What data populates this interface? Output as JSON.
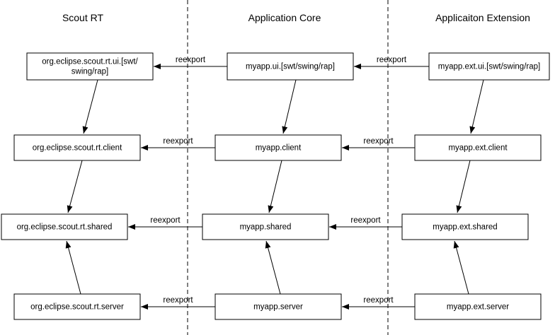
{
  "columns": [
    {
      "id": "rt",
      "title": "Scout RT"
    },
    {
      "id": "core",
      "title": "Application Core"
    },
    {
      "id": "ext",
      "title": "Applicaiton Extension"
    }
  ],
  "nodes": [
    {
      "id": "rt-ui",
      "lines": [
        "org.eclipse.scout.rt.ui.[swt/",
        "swing/rap]"
      ]
    },
    {
      "id": "core-ui",
      "lines": [
        "myapp.ui.[swt/swing/rap]"
      ]
    },
    {
      "id": "ext-ui",
      "lines": [
        "myapp.ext.ui.[swt/swing/rap]"
      ]
    },
    {
      "id": "rt-client",
      "lines": [
        "org.eclipse.scout.rt.client"
      ]
    },
    {
      "id": "core-client",
      "lines": [
        "myapp.client"
      ]
    },
    {
      "id": "ext-client",
      "lines": [
        "myapp.ext.client"
      ]
    },
    {
      "id": "rt-shared",
      "lines": [
        "org.eclipse.scout.rt.shared"
      ]
    },
    {
      "id": "core-shared",
      "lines": [
        "myapp.shared"
      ]
    },
    {
      "id": "ext-shared",
      "lines": [
        "myapp.ext.shared"
      ]
    },
    {
      "id": "rt-server",
      "lines": [
        "org.eclipse.scout.rt.server"
      ]
    },
    {
      "id": "core-server",
      "lines": [
        "myapp.server"
      ]
    },
    {
      "id": "ext-server",
      "lines": [
        "myapp.ext.server"
      ]
    }
  ],
  "edges": [
    {
      "from": "core-ui",
      "to": "rt-ui",
      "label": "reexport"
    },
    {
      "from": "ext-ui",
      "to": "core-ui",
      "label": "reexport"
    },
    {
      "from": "core-client",
      "to": "rt-client",
      "label": "reexport"
    },
    {
      "from": "ext-client",
      "to": "core-client",
      "label": "reexport"
    },
    {
      "from": "core-shared",
      "to": "rt-shared",
      "label": "reexport"
    },
    {
      "from": "ext-shared",
      "to": "core-shared",
      "label": "reexport"
    },
    {
      "from": "core-server",
      "to": "rt-server",
      "label": "reexport"
    },
    {
      "from": "ext-server",
      "to": "core-server",
      "label": "reexport"
    },
    {
      "from": "rt-ui",
      "to": "rt-client",
      "label": ""
    },
    {
      "from": "core-ui",
      "to": "core-client",
      "label": ""
    },
    {
      "from": "ext-ui",
      "to": "ext-client",
      "label": ""
    },
    {
      "from": "rt-client",
      "to": "rt-shared",
      "label": ""
    },
    {
      "from": "core-client",
      "to": "core-shared",
      "label": ""
    },
    {
      "from": "ext-client",
      "to": "ext-shared",
      "label": ""
    },
    {
      "from": "rt-server",
      "to": "rt-shared",
      "label": ""
    },
    {
      "from": "core-server",
      "to": "core-shared",
      "label": ""
    },
    {
      "from": "ext-server",
      "to": "ext-shared",
      "label": ""
    }
  ]
}
